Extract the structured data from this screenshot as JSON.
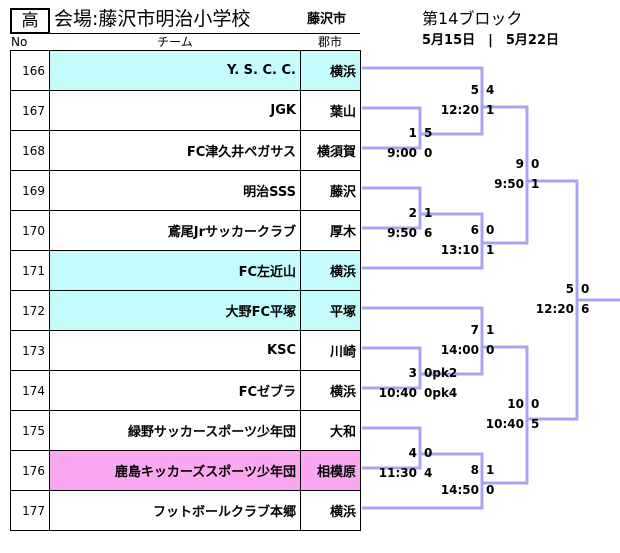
{
  "header": {
    "grade": "高",
    "venue": "会場:藤沢市明治小学校",
    "city": "藤沢市",
    "block": "第14ブロック",
    "dates": "5月15日　|　5月22日"
  },
  "columns": {
    "no": "No",
    "team": "チーム",
    "city": "郡市"
  },
  "teams": [
    {
      "no": "166",
      "name": "Y. S. C. C.",
      "city": "横浜",
      "highlight": "cyan"
    },
    {
      "no": "167",
      "name": "JGK",
      "city": "葉山",
      "highlight": ""
    },
    {
      "no": "168",
      "name": "FC津久井ペガサス",
      "city": "横須賀",
      "highlight": ""
    },
    {
      "no": "169",
      "name": "明治SSS",
      "city": "藤沢",
      "highlight": ""
    },
    {
      "no": "170",
      "name": "鳶尾Jrサッカークラブ",
      "city": "厚木",
      "highlight": ""
    },
    {
      "no": "171",
      "name": "FC左近山",
      "city": "横浜",
      "highlight": "cyan"
    },
    {
      "no": "172",
      "name": "大野FC平塚",
      "city": "平塚",
      "highlight": "cyan"
    },
    {
      "no": "173",
      "name": "KSC",
      "city": "川崎",
      "highlight": ""
    },
    {
      "no": "174",
      "name": "FCゼブラ",
      "city": "横浜",
      "highlight": ""
    },
    {
      "no": "175",
      "name": "緑野サッカースポーツ少年団",
      "city": "大和",
      "highlight": ""
    },
    {
      "no": "176",
      "name": "鹿島キッカーズスポーツ少年団",
      "city": "相模原",
      "highlight": "pink"
    },
    {
      "no": "177",
      "name": "フットボールクラブ本郷",
      "city": "横浜",
      "highlight": ""
    }
  ],
  "matches": [
    {
      "id": "1",
      "match_no": "1",
      "time": "9:00",
      "score_top": "5",
      "score_bottom": "0"
    },
    {
      "id": "2",
      "match_no": "2",
      "time": "9:50",
      "score_top": "1",
      "score_bottom": "6"
    },
    {
      "id": "3",
      "match_no": "3",
      "time": "10:40",
      "score_top": "0pk2",
      "score_bottom": "0pk4"
    },
    {
      "id": "4",
      "match_no": "4",
      "time": "11:30",
      "score_top": "0",
      "score_bottom": "4"
    },
    {
      "id": "5",
      "match_no": "5",
      "time": "12:20",
      "score_top": "4",
      "score_bottom": "1"
    },
    {
      "id": "6",
      "match_no": "6",
      "time": "13:10",
      "score_top": "0",
      "score_bottom": "1"
    },
    {
      "id": "7",
      "match_no": "7",
      "time": "14:00",
      "score_top": "1",
      "score_bottom": "0"
    },
    {
      "id": "8",
      "match_no": "8",
      "time": "14:50",
      "score_top": "1",
      "score_bottom": "0"
    },
    {
      "id": "9",
      "match_no": "9",
      "time": "9:50",
      "score_top": "0",
      "score_bottom": "1"
    },
    {
      "id": "10",
      "match_no": "10",
      "time": "10:40",
      "score_top": "0",
      "score_bottom": "5"
    },
    {
      "id": "final",
      "match_no": "5",
      "time": "12:20",
      "score_top": "0",
      "score_bottom": "6"
    }
  ],
  "colors": {
    "bracket_line": "#a7a5f2",
    "highlight_cyan": "#c4fbfb",
    "highlight_pink": "#f9a8f0"
  }
}
